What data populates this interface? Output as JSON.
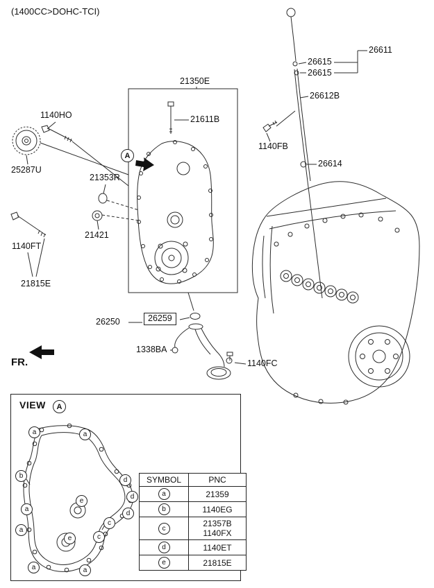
{
  "header": {
    "variant_code": "(1400CC>DOHC-TCI)"
  },
  "fr_indicator": {
    "label": "FR."
  },
  "view_ref": "A",
  "parts": {
    "p21350E": "21350E",
    "p21611B": "21611B",
    "p21353R": "21353R",
    "p21421": "21421",
    "p1140HO": "1140HO",
    "p25287U": "25287U",
    "p1140FT": "1140FT",
    "p21815E": "21815E",
    "p26611": "26611",
    "p26615_1": "26615",
    "p26615_2": "26615",
    "p26612B": "26612B",
    "p1140FB": "1140FB",
    "p26614": "26614",
    "p26250": "26250",
    "p26259": "26259",
    "p1338BA": "1338BA",
    "p1140FC": "1140FC"
  },
  "view_detail": {
    "title": "VIEW",
    "ref": "A",
    "markers": [
      "a",
      "a",
      "b",
      "d",
      "d",
      "e",
      "a",
      "d",
      "c",
      "a",
      "c",
      "e",
      "a",
      "a"
    ],
    "table": {
      "col_symbol": "SYMBOL",
      "col_pnc": "PNC",
      "rows": [
        {
          "symbol": "a",
          "pnc": "21359"
        },
        {
          "symbol": "b",
          "pnc": "1140EG"
        },
        {
          "symbol": "c",
          "pnc": "21357B\n1140FX"
        },
        {
          "symbol": "d",
          "pnc": "1140ET"
        },
        {
          "symbol": "e",
          "pnc": "21815E"
        }
      ]
    }
  },
  "colors": {
    "line": "#2a2a2a",
    "text": "#111111",
    "background": "#ffffff"
  }
}
